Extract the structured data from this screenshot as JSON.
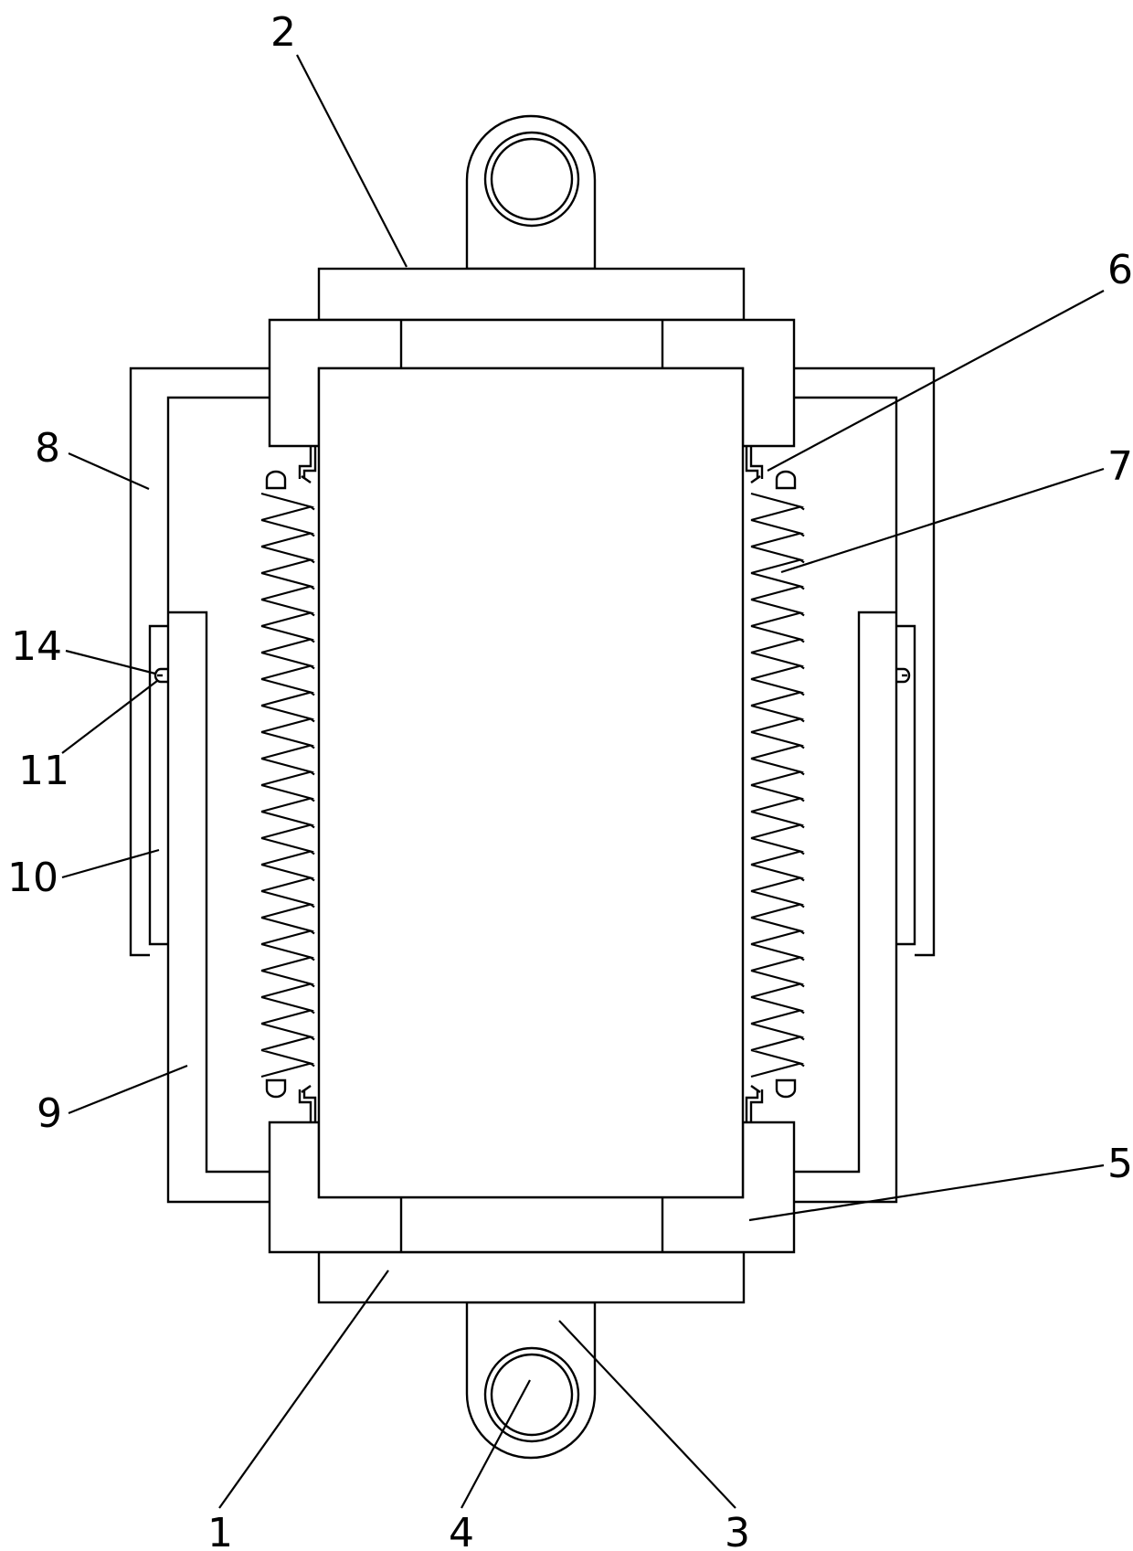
{
  "diagram": {
    "callouts": [
      {
        "id": "c1",
        "text": "1",
        "part": "lower-seat"
      },
      {
        "id": "c2",
        "text": "2",
        "part": "upper-seat"
      },
      {
        "id": "c3",
        "text": "3",
        "part": "lower-lug"
      },
      {
        "id": "c4",
        "text": "4",
        "part": "lower-eye-hole"
      },
      {
        "id": "c5",
        "text": "5",
        "part": "lower-clamp-plate"
      },
      {
        "id": "c6",
        "text": "6",
        "part": "spring-hook"
      },
      {
        "id": "c7",
        "text": "7",
        "part": "coil-spring"
      },
      {
        "id": "c8",
        "text": "8",
        "part": "outer-frame"
      },
      {
        "id": "c9",
        "text": "9",
        "part": "inner-u-frame"
      },
      {
        "id": "c10",
        "text": "10",
        "part": "guide-rail"
      },
      {
        "id": "c11",
        "text": "11",
        "part": "slider-knob"
      },
      {
        "id": "c14",
        "text": "14",
        "part": "slider-pin"
      }
    ]
  }
}
